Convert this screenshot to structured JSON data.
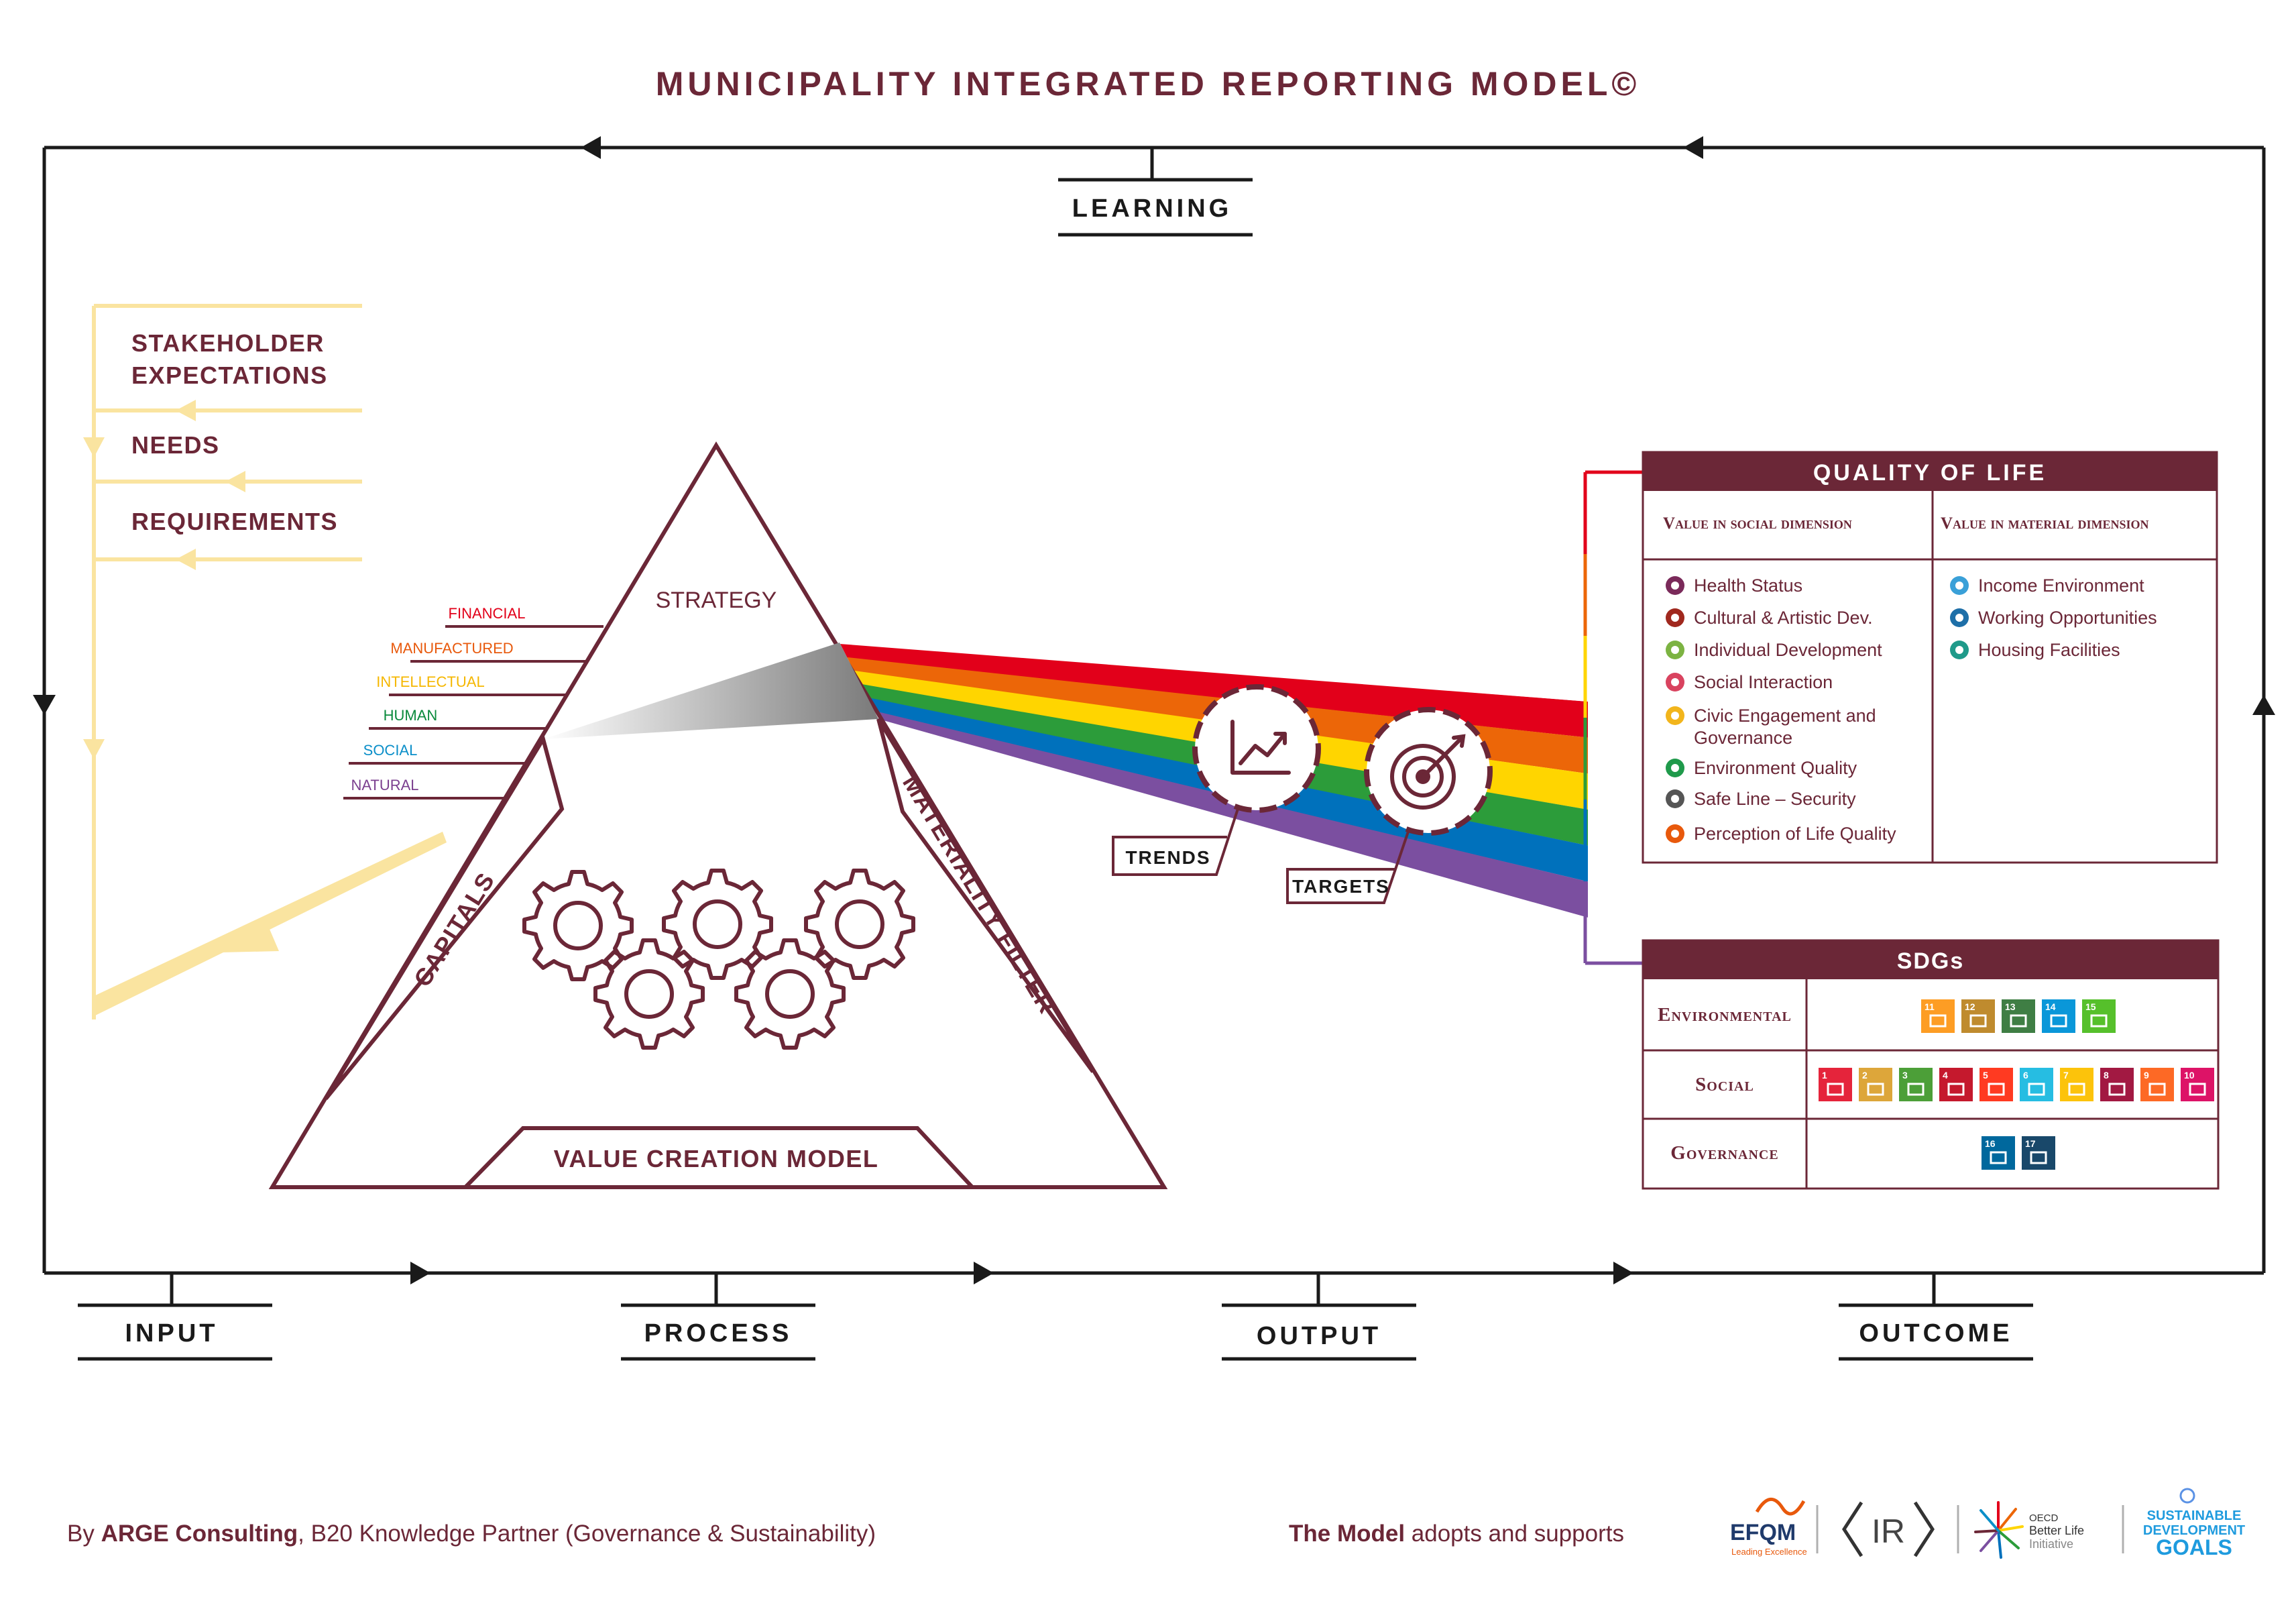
{
  "title": "MUNICIPALITY INTEGRATED REPORTING MODEL©",
  "learning_label": "LEARNING",
  "flow_labels": {
    "input": "INPUT",
    "process": "PROCESS",
    "output": "OUTPUT",
    "outcome": "OUTCOME"
  },
  "inputs": [
    "STAKEHOLDER",
    "EXPECTATIONS",
    "NEEDS",
    "REQUIREMENTS"
  ],
  "capitals": [
    {
      "label": "FINANCIAL",
      "color": "#e2001a"
    },
    {
      "label": "MANUFACTURED",
      "color": "#e8590c"
    },
    {
      "label": "INTELLECTUAL",
      "color": "#f5b700"
    },
    {
      "label": "HUMAN",
      "color": "#0a8a3c"
    },
    {
      "label": "SOCIAL",
      "color": "#0b8fc9"
    },
    {
      "label": "NATURAL",
      "color": "#7b3f8f"
    }
  ],
  "triangle": {
    "strategy": "STRATEGY",
    "capitals": "CAPITALS",
    "materiality": "MATERIALITY FILTER",
    "value_creation": "VALUE CREATION MODEL"
  },
  "spectrum_colors": [
    "#e2001a",
    "#ec6608",
    "#ffd500",
    "#2c9c3a",
    "#0071bc",
    "#7b4fa0"
  ],
  "badges": {
    "trends": "TRENDS",
    "targets": "TARGETS"
  },
  "qol": {
    "title": "QUALITY OF LIFE",
    "social_header": "Value in social dimension",
    "material_header": "Value in material dimension",
    "social_items": [
      {
        "label": "Health Status",
        "color": "#7a2a5a",
        "icon": "plus-icon"
      },
      {
        "label": "Cultural & Artistic Dev.",
        "color": "#a0281e",
        "icon": "theatre-icon"
      },
      {
        "label": "Individual Development",
        "color": "#7cb342",
        "icon": "book-icon"
      },
      {
        "label": "Social Interaction",
        "color": "#d9435f",
        "icon": "people-icon"
      },
      {
        "label": "Civic Engagement and",
        "label2": "Governance",
        "color": "#f2b51c",
        "icon": "mail-icon"
      },
      {
        "label": "Environment Quality",
        "color": "#1f9a4b",
        "icon": "tree-icon"
      },
      {
        "label": "Safe Line – Security",
        "color": "#555555",
        "icon": "runner-icon"
      },
      {
        "label": "Perception of Life Quality",
        "color": "#e8590c",
        "icon": "heart-icon"
      }
    ],
    "material_items": [
      {
        "label": "Income Environment",
        "color": "#3aa0d8",
        "icon": "coins-icon"
      },
      {
        "label": "Working Opportunities",
        "color": "#1e6fa8",
        "icon": "briefcase-icon"
      },
      {
        "label": "Housing Facilities",
        "color": "#1f9a8a",
        "icon": "house-icon"
      }
    ]
  },
  "sdgs": {
    "title": "SDGs",
    "rows": [
      {
        "label": "Environmental",
        "goals": [
          11,
          12,
          13,
          14,
          15
        ]
      },
      {
        "label": "Social",
        "goals": [
          1,
          2,
          3,
          4,
          5,
          6,
          7,
          8,
          9,
          10
        ]
      },
      {
        "label": "Governance",
        "goals": [
          16,
          17
        ]
      }
    ],
    "colors": {
      "1": "#e5243b",
      "2": "#dda63a",
      "3": "#4c9f38",
      "4": "#c5192d",
      "5": "#ff3a21",
      "6": "#26bde2",
      "7": "#fcc30b",
      "8": "#a21942",
      "9": "#fd6925",
      "10": "#dd1367",
      "11": "#fd9d24",
      "12": "#bf8b2e",
      "13": "#3f7e44",
      "14": "#0a97d9",
      "15": "#56c02b",
      "16": "#00689d",
      "17": "#19486a"
    }
  },
  "footer": {
    "by": "By ",
    "company": "ARGE Consulting",
    "rest": ", B20 Knowledge Partner (Governance & Sustainability)",
    "model": "The Model",
    "adopts": " adopts and supports",
    "logos": {
      "efqm": "EFQM",
      "efqm_sub": "Leading Excellence",
      "ir": "IR",
      "oecd1": "OECD",
      "oecd2": "Better Life",
      "oecd3": "Initiative",
      "sdg1": "SUSTAINABLE",
      "sdg2": "DEVELOPMENT",
      "sdg3": "GOALS"
    }
  },
  "colors": {
    "maroon": "#6b2737",
    "input_yellow": "#fae4a0"
  }
}
